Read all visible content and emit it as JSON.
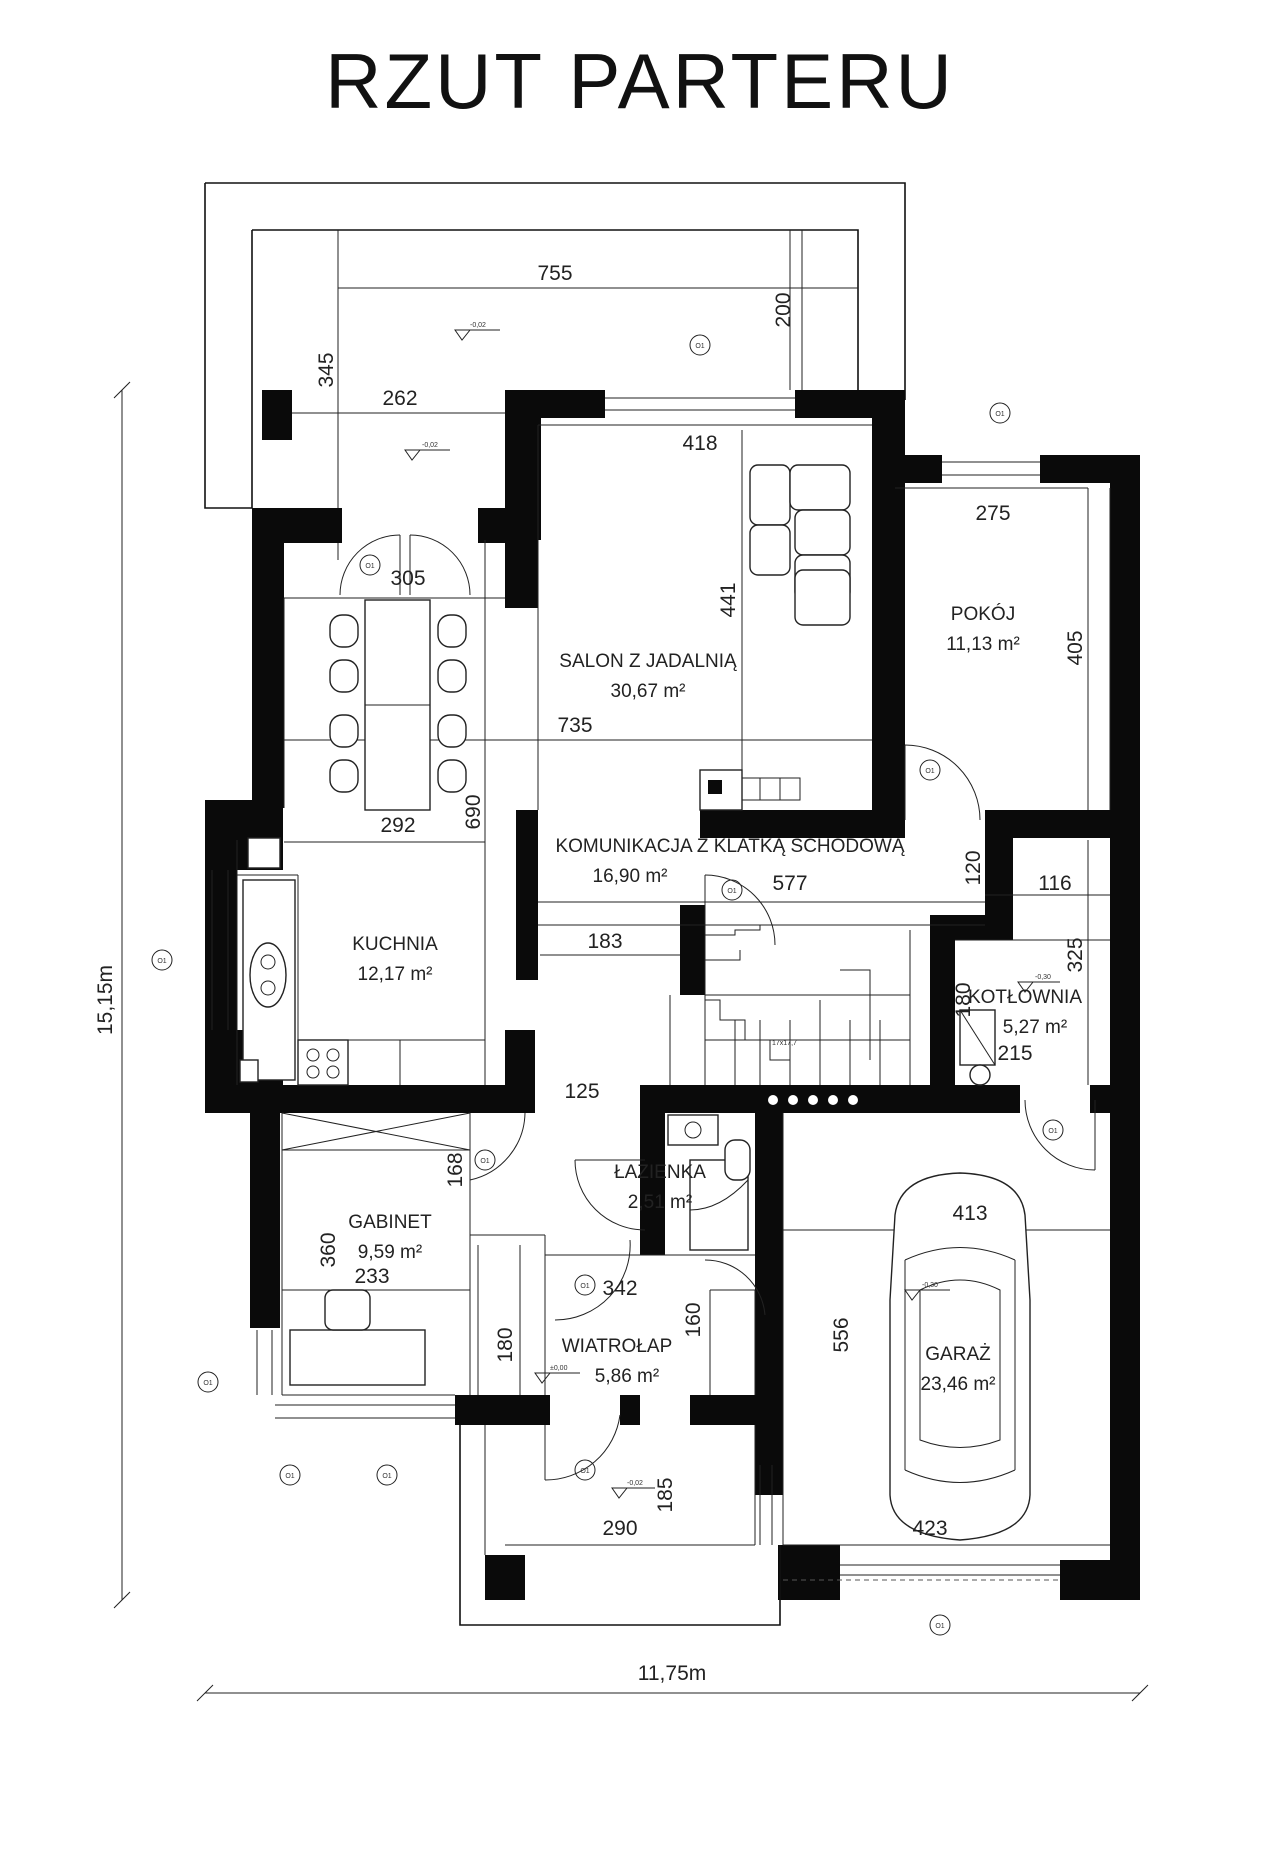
{
  "title": "RZUT PARTERU",
  "overall": {
    "height": "15,15m",
    "width": "11,75m"
  },
  "rooms": [
    {
      "id": "salon",
      "name": "SALON Z JADALNIĄ",
      "area": "30,67 m²"
    },
    {
      "id": "pokoj",
      "name": "POKÓJ",
      "area": "11,13 m²"
    },
    {
      "id": "komunikacja",
      "name": "KOMUNIKACJA Z KLATKĄ SCHODOWĄ",
      "area": "16,90 m²"
    },
    {
      "id": "kuchnia",
      "name": "KUCHNIA",
      "area": "12,17 m²"
    },
    {
      "id": "kotlownia",
      "name": "KOTŁOWNIA",
      "area": "5,27 m²"
    },
    {
      "id": "gabinet",
      "name": "GABINET",
      "area": "9,59 m²"
    },
    {
      "id": "lazienka",
      "name": "ŁAZIENKA",
      "area": "2,51 m²"
    },
    {
      "id": "wiatrolap",
      "name": "WIATROŁAP",
      "area": "5,86 m²"
    },
    {
      "id": "garaz",
      "name": "GARAŻ",
      "area": "23,46 m²"
    }
  ],
  "dimensions": [
    "755",
    "200",
    "345",
    "262",
    "418",
    "275",
    "305",
    "441",
    "405",
    "735",
    "292",
    "690",
    "577",
    "120",
    "116",
    "183",
    "325",
    "180",
    "215",
    "125",
    "168",
    "413",
    "360",
    "233",
    "342",
    "180",
    "160",
    "185",
    "290",
    "556",
    "423"
  ],
  "levels": [
    "-0,02",
    "-0,02",
    "±0,00",
    "-0,30",
    "-0,30",
    "-0,02"
  ],
  "openings": [
    "O1",
    "O1",
    "O1",
    "O1",
    "O1",
    "O1",
    "O1",
    "O1",
    "O1",
    "O1",
    "O1",
    "O1",
    "O1",
    "O1"
  ],
  "stair_label": "17x17,7"
}
